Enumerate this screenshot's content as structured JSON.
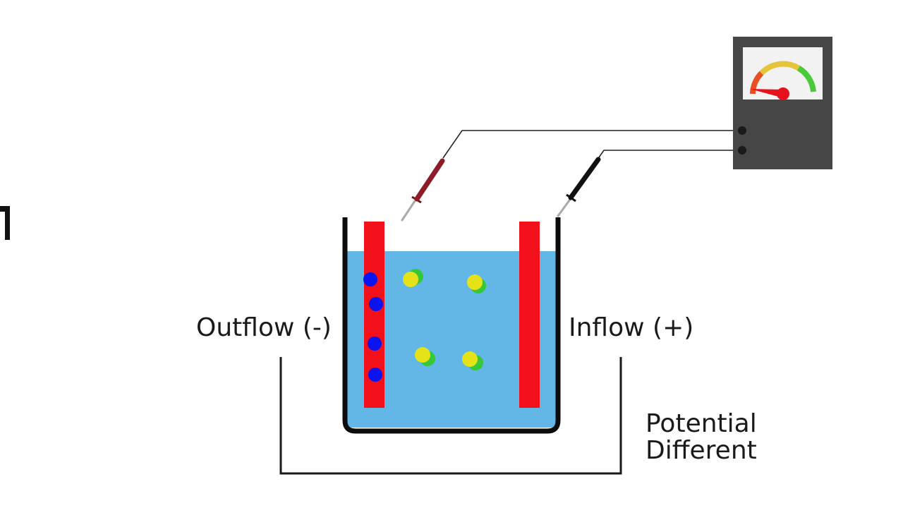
{
  "labels": {
    "outflow": "Outflow (-)",
    "inflow": "Inflow (+)",
    "potential_line1": "Potential",
    "potential_line2": "Different"
  },
  "colors": {
    "electrode": "#f2111a",
    "solution": "#62b7e6",
    "container": "#0c0c0c",
    "electron": "#0a14f0",
    "ion_front": "#e6e21a",
    "ion_back": "#37c83a",
    "meter_body": "#464646",
    "meter_face": "#f2f2f2",
    "probe_red": "#8e1b27",
    "probe_black": "#111111",
    "needle": "#e8101a",
    "scale_red": "#e84f22",
    "scale_yellow": "#e6c43a",
    "scale_green": "#4ac93a",
    "wire": "#222222"
  },
  "meter": {
    "reading_fraction": 0.05
  }
}
